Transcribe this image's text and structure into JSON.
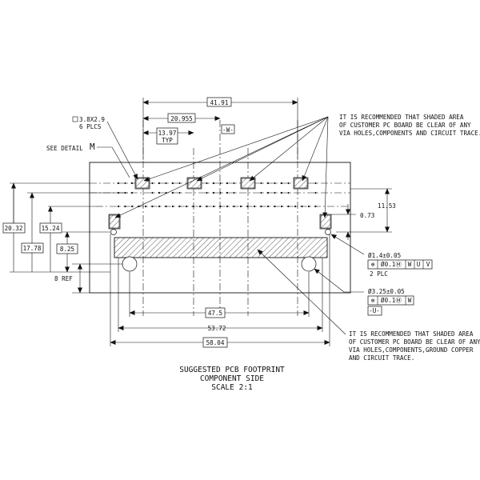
{
  "dimensions": {
    "d41_91": "41.91",
    "d20_955": "20.955",
    "d13_97": "13.97",
    "typ": "TYP",
    "datum_w": "-W-",
    "d11_53": "11.53",
    "d0_73": "0.73",
    "d20_32": "20.32",
    "d17_78": "17.78",
    "d15_24": "15.24",
    "d8_25": "8.25",
    "d8_ref": "8 REF",
    "d47_5": "47.5",
    "d53_72": "53.72",
    "d58_04": "58.04"
  },
  "callouts": {
    "pad_size_line1": "3.8X2.9",
    "pad_size_line2": "6 PLCS",
    "see_detail": "SEE DETAIL",
    "detail_letter": "M",
    "note_top_lines": [
      "IT IS RECOMMENDED THAT SHADED AREA",
      "OF CUSTOMER PC BOARD BE CLEAR OF ANY",
      "VIA HOLES,COMPONENTS AND CIRCUIT TRACE."
    ],
    "hole_small": "Ø1.4±0.05",
    "hole_small_fcf": [
      "⊕",
      "Ø0.1Ⓜ",
      "W",
      "U",
      "V"
    ],
    "hole_small_count": "2 PLC",
    "hole_large": "Ø3.25±0.05",
    "hole_large_fcf": [
      "⊕",
      "Ø0.1Ⓜ",
      "W"
    ],
    "datum_u": "-U-",
    "note_bottom_lines": [
      "IT IS RECOMMENDED THAT SHADED AREA",
      "OF CUSTOMER PC BOARD BE CLEAR OF ANY",
      "VIA HOLES,COMPONENTS,GROUND COPPER",
      "AND CIRCUIT TRACE."
    ]
  },
  "caption": {
    "line1": "SUGGESTED PCB FOOTPRINT",
    "line2": "COMPONENT SIDE",
    "line3": "SCALE 2:1"
  }
}
